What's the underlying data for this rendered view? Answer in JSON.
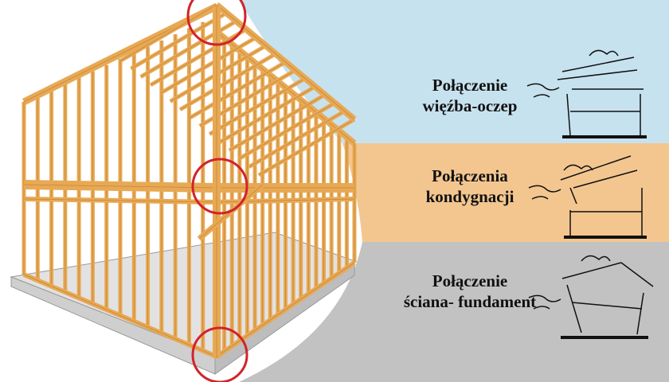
{
  "bands": [
    {
      "line1": "Połączenie",
      "line2": "więźba-oczep",
      "color": "#c7e2ef"
    },
    {
      "line1": "Połączenia",
      "line2": "kondygnacji",
      "color": "#f3c690"
    },
    {
      "line1": "Połączenie",
      "line2": "ściana- fundament",
      "color": "#c2c2c2"
    }
  ],
  "colors": {
    "wood": "#e8a955",
    "wood_edge": "#b7772a",
    "highlight_circle": "#d2232a",
    "foundation": "#d9d9d9",
    "ink": "#111111"
  }
}
